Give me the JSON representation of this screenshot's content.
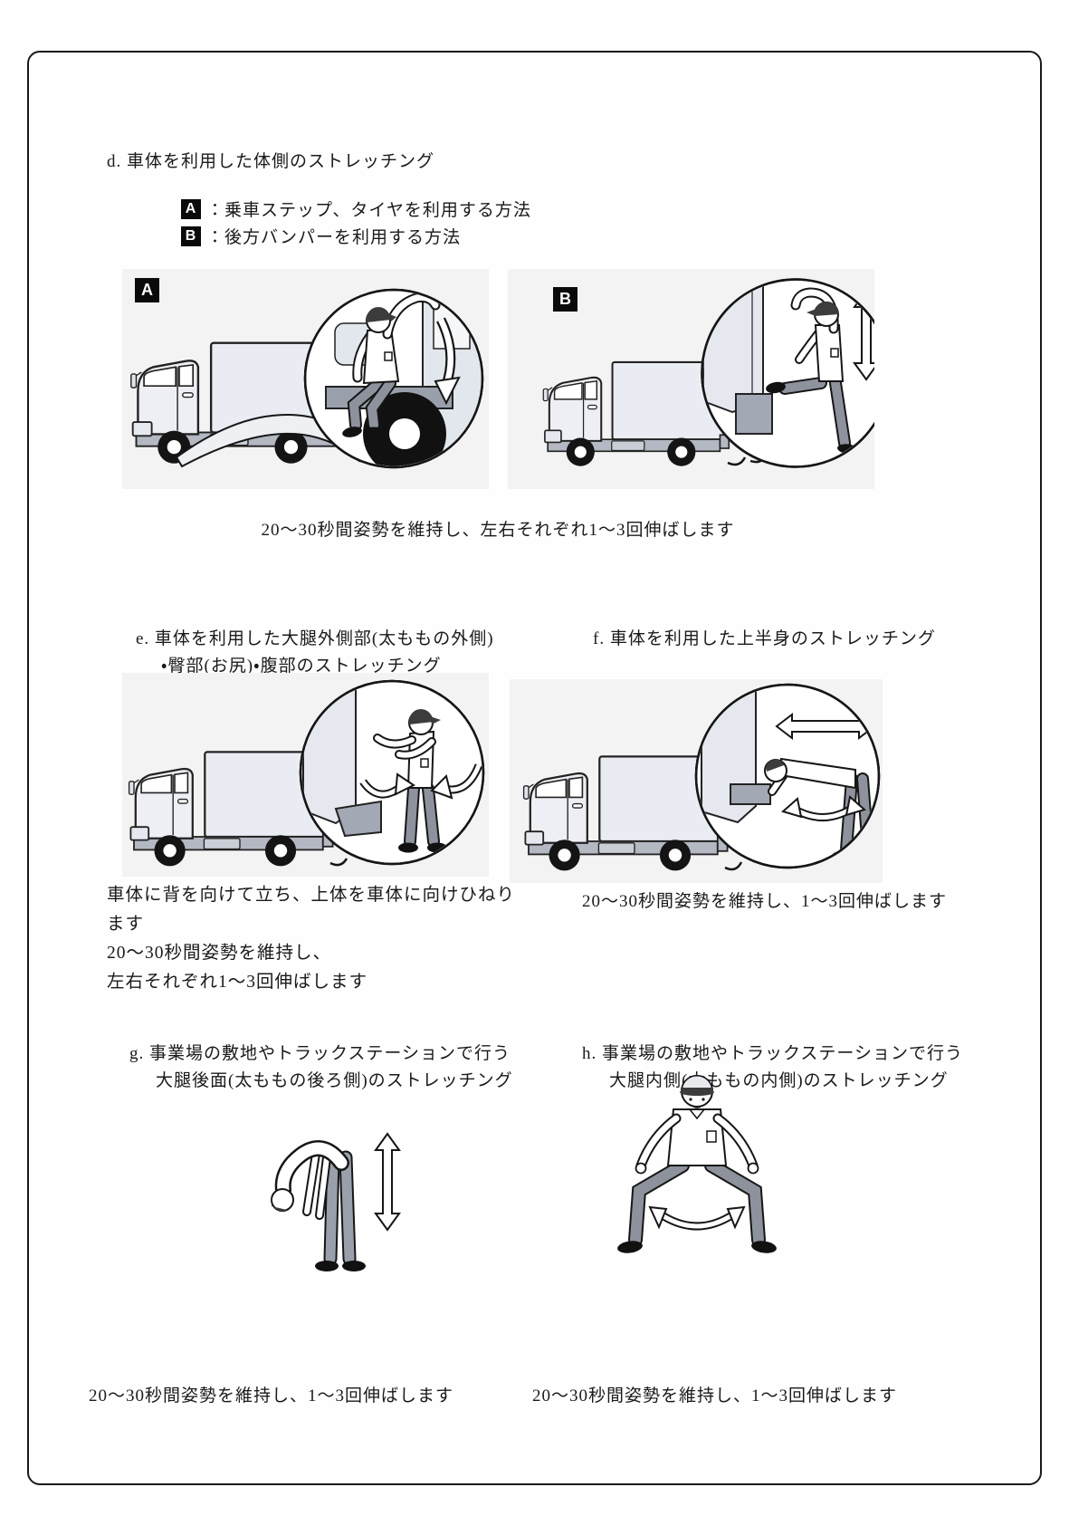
{
  "document": {
    "sections": {
      "d": {
        "heading": "d. 車体を利用した体側のストレッチング",
        "legend": [
          {
            "badge": "A",
            "label": "：乗車ステップ、タイヤを利用する方法"
          },
          {
            "badge": "B",
            "label": "：後方バンパーを利用する方法"
          }
        ],
        "figure_badge_a": "A",
        "figure_badge_b": "B",
        "caption": "20〜30秒間姿勢を維持し、左右それぞれ1〜3回伸ばします"
      },
      "e": {
        "heading_lines": [
          "e. 車体を利用した大腿外側部(太ももの外側)",
          "・臀部(お尻)・腹部のストレッチング"
        ],
        "caption_lines": [
          "車体に背を向けて立ち、上体を車体に向けひねり",
          "ます",
          "20〜30秒間姿勢を維持し、",
          "左右それぞれ1〜3回伸ばします"
        ]
      },
      "f": {
        "heading": "f. 車体を利用した上半身のストレッチング",
        "caption": "20〜30秒間姿勢を維持し、1〜3回伸ばします"
      },
      "g": {
        "heading_lines": [
          "g. 事業場の敷地やトラックステーションで行う",
          "大腿後面(太ももの後ろ側)のストレッチング"
        ],
        "caption": "20〜30秒間姿勢を維持し、1〜3回伸ばします"
      },
      "h": {
        "heading_lines": [
          "h. 事業場の敷地やトラックステーションで行う",
          "大腿内側(太ももの内側)のストレッチング"
        ],
        "caption": "20〜30秒間姿勢を維持し、1〜3回伸ばします"
      }
    },
    "colors": {
      "page_bg": "#fefefe",
      "frame_border": "#1a1a1a",
      "text": "#1a1a1a",
      "figure_bg": "#f3f3f4",
      "truck_body": "#e9ecf2",
      "chassis_gray": "#b3b8c2",
      "pants_gray": "#8d929d",
      "badge_bg": "#0a0a0a",
      "badge_text": "#ffffff"
    }
  }
}
